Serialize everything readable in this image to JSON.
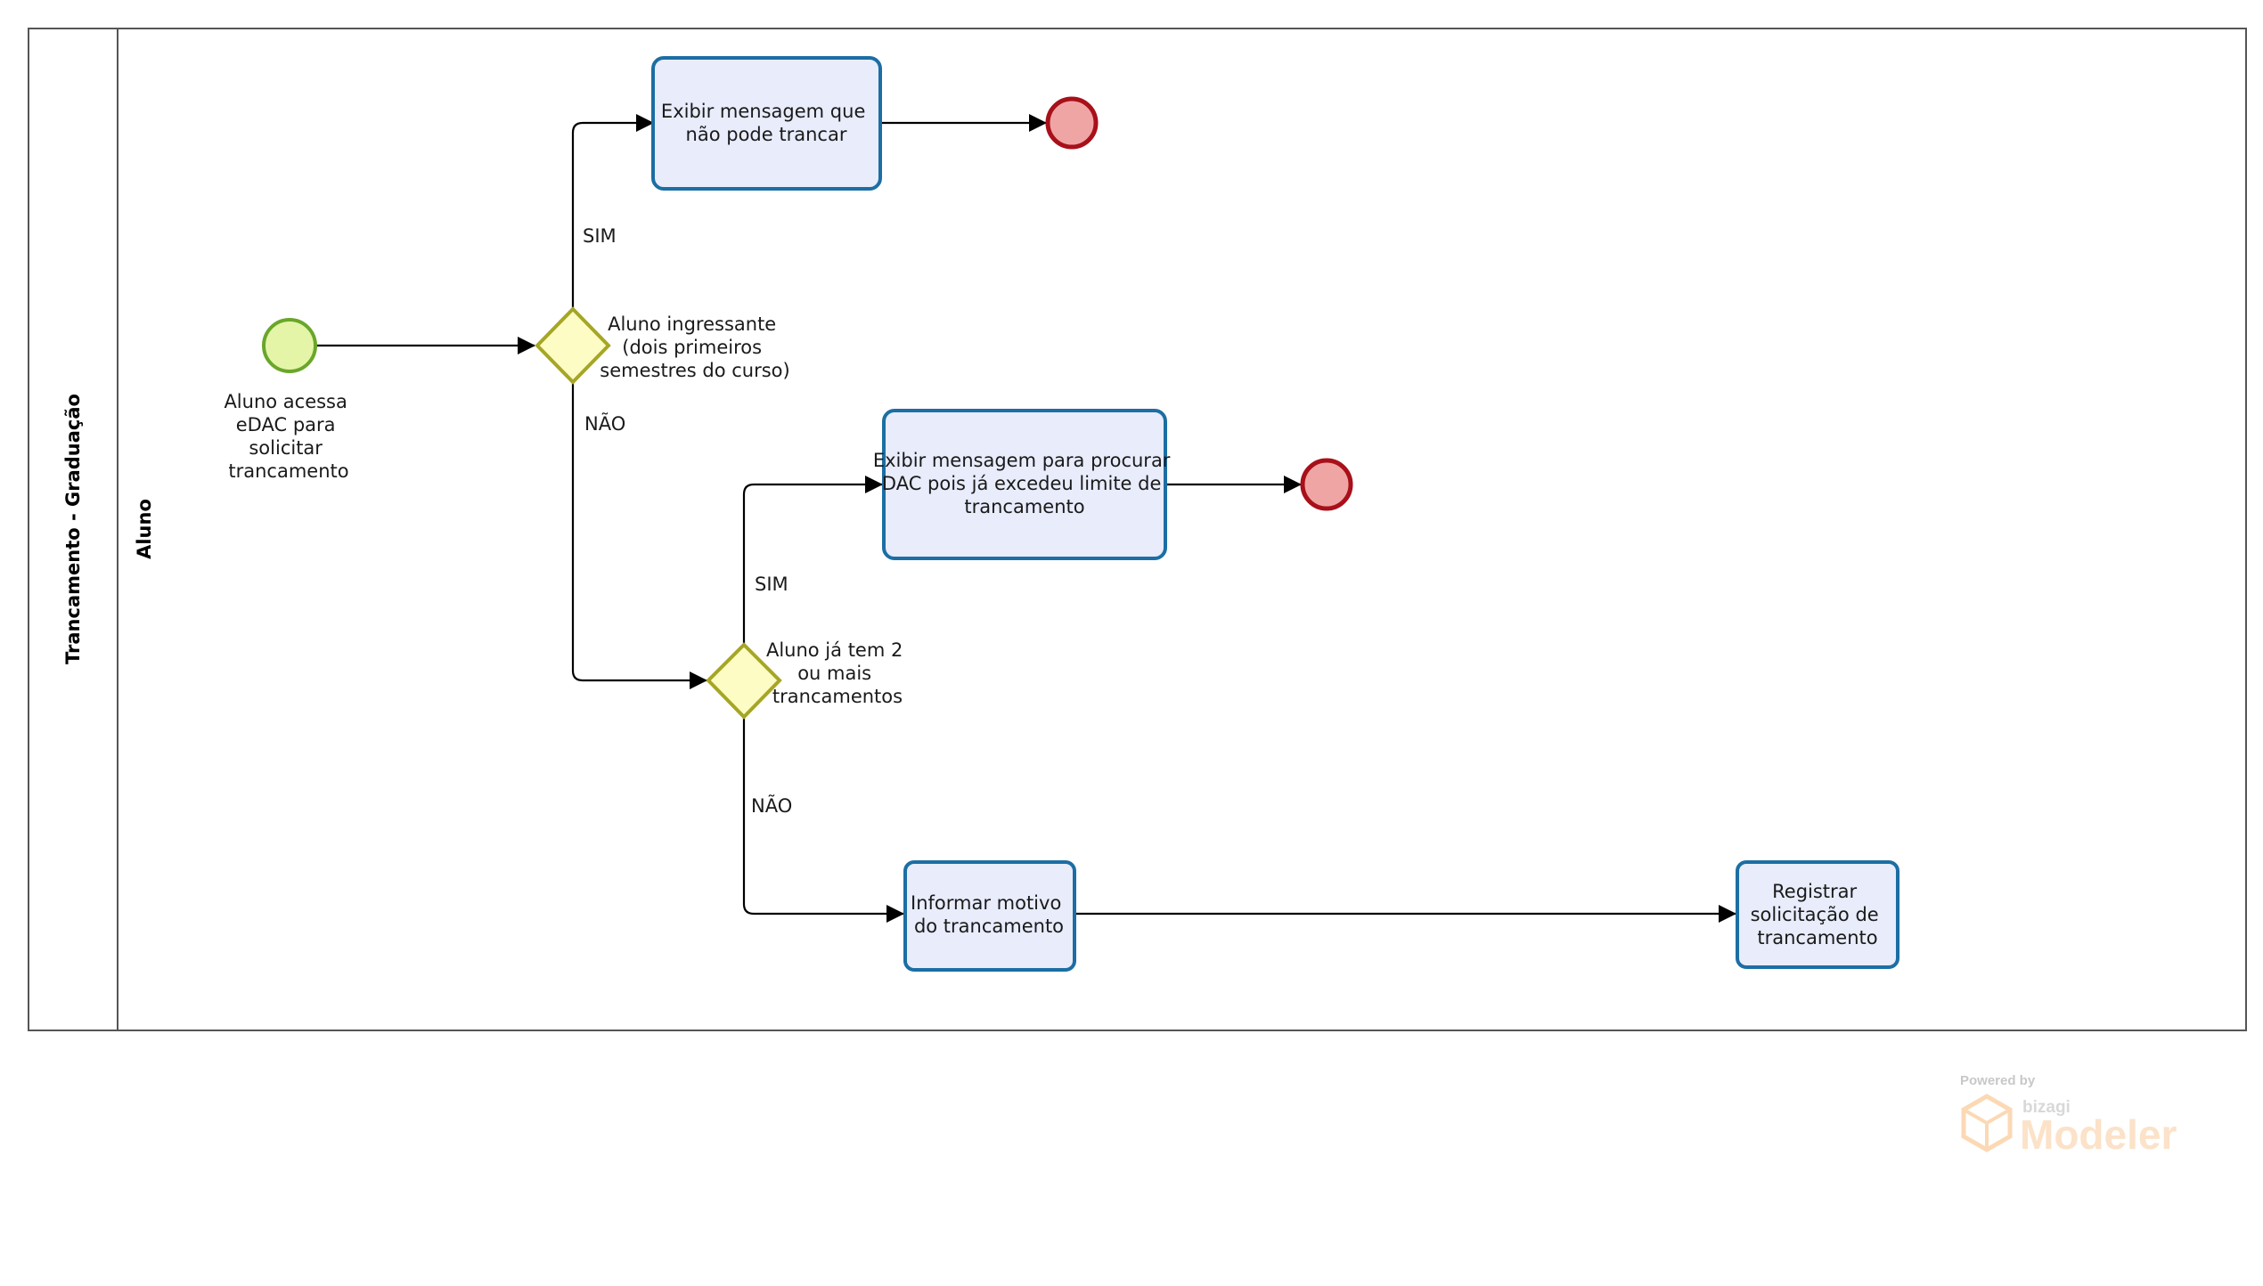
{
  "pool": {
    "title": "Trancamento - Graduação"
  },
  "lane": {
    "title": "Aluno"
  },
  "start_event": {
    "label_lines": [
      "Aluno acessa",
      "eDAC para",
      "solicitar",
      "trancamento"
    ]
  },
  "gateway_1": {
    "label_lines": [
      "Aluno ingressante",
      "(dois primeiros",
      "semestres do curso)"
    ],
    "yes_label": "SIM",
    "no_label": "NÃO"
  },
  "gateway_2": {
    "label_lines": [
      "Aluno já tem 2",
      "ou mais",
      "trancamentos"
    ],
    "yes_label": "SIM",
    "no_label": "NÃO"
  },
  "tasks": {
    "cannot_lock": {
      "label_lines": [
        "Exibir mensagem que",
        "não pode trancar"
      ]
    },
    "limit_exceeded": {
      "label_lines": [
        "Exibir mensagem para procurar",
        "DAC pois já excedeu limite de",
        "trancamento"
      ]
    },
    "inform_reason": {
      "label_lines": [
        "Informar motivo",
        "do trancamento"
      ]
    },
    "register_request": {
      "label_lines": [
        "Registrar",
        "solicitação de",
        "trancamento"
      ]
    }
  },
  "watermark": {
    "powered_by": "Powered by",
    "brand": "bizagi",
    "product": "Modeler",
    "icon": "bizagi-cube-logo"
  },
  "colors": {
    "start_fill": "#e4f5a8",
    "start_stroke": "#6aa62a",
    "end_fill": "#f0a5a5",
    "end_stroke": "#a8101a",
    "gateway_fill": "#fcfcc4",
    "gateway_stroke": "#a6a626",
    "task_fill": "#e8ecfb",
    "task_stroke": "#1c6ea4",
    "watermark_orange": "#fbe2c8"
  }
}
